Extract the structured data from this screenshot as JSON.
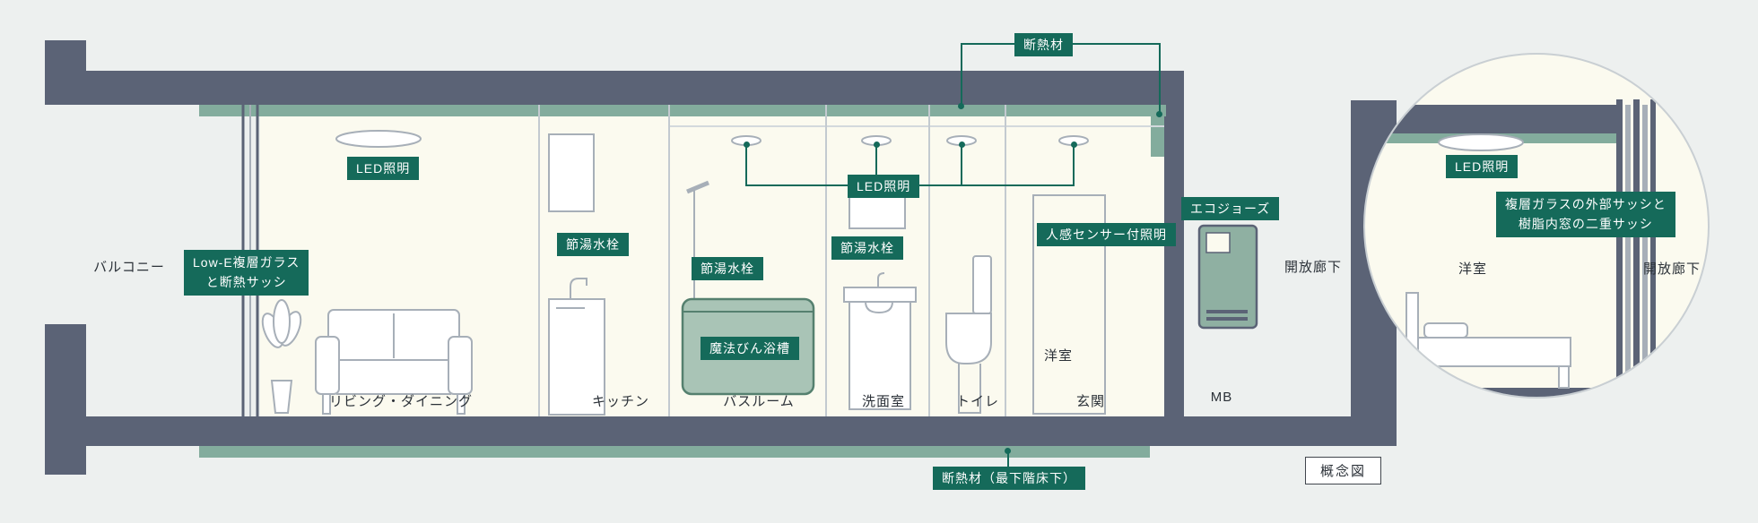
{
  "colors": {
    "background": "#edf0ef",
    "structure": "#5b6376",
    "insulation": "#83ac9d",
    "badge": "#156a5a",
    "interior": "#fbfaef",
    "outline": "#a7afb8",
    "text": "#2b3138"
  },
  "main": {
    "balcony_label": "バルコニー",
    "insulation_top_badge": "断熱材",
    "insulation_bottom_badge": "断熱材（最下階床下）",
    "low_e_badge": {
      "line1": "Low-E複層ガラス",
      "line2": "と断熱サッシ"
    },
    "living": {
      "led_badge": "LED照明",
      "label": "リビング・ダイニング"
    },
    "kitchen": {
      "faucet_badge": "節湯水栓",
      "label": "キッチン"
    },
    "bathroom": {
      "faucet_badge": "節湯水栓",
      "tub_badge": "魔法びん浴槽",
      "label": "バスルーム"
    },
    "washroom": {
      "faucet_badge": "節湯水栓",
      "label": "洗面室"
    },
    "hall_led_badge": "LED照明",
    "toilet_label": "トイレ",
    "entrance": {
      "sensor_badge": "人感センサー付照明",
      "west_room_label": "洋室",
      "label": "玄関"
    },
    "mb": {
      "eco_badge": "エコジョーズ",
      "label": "MB"
    },
    "corridor_label": "開放廊下"
  },
  "inset": {
    "led_badge": "LED照明",
    "sash_badge": {
      "line1": "複層ガラスの外部サッシと",
      "line2": "樹脂内窓の二重サッシ"
    },
    "room_label": "洋室",
    "corridor_label": "開放廊下"
  },
  "footer": {
    "concept_label": "概念図"
  }
}
